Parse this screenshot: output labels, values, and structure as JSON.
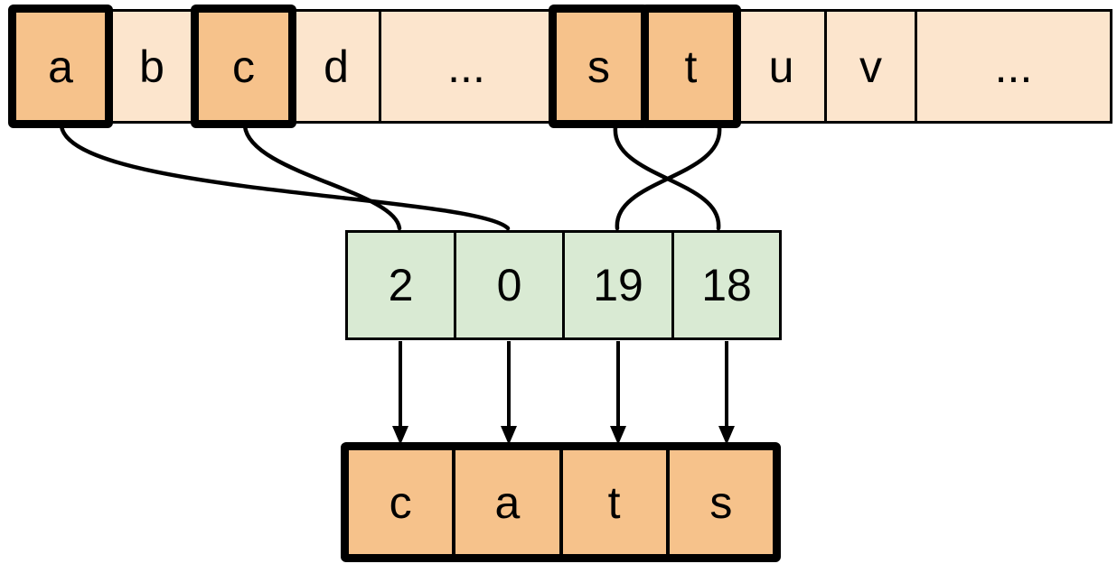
{
  "diagram_description": "Character-to-index lookup diagram: letters of the alphabet map to numeric indices which assemble the word cats",
  "alphabet_row": {
    "cells": [
      {
        "label": "a",
        "highlighted": true
      },
      {
        "label": "b",
        "highlighted": false
      },
      {
        "label": "c",
        "highlighted": true
      },
      {
        "label": "d",
        "highlighted": false
      },
      {
        "label": "...",
        "highlighted": false
      },
      {
        "label": "s",
        "highlighted": true
      },
      {
        "label": "t",
        "highlighted": true
      },
      {
        "label": "u",
        "highlighted": false
      },
      {
        "label": "v",
        "highlighted": false
      },
      {
        "label": "...",
        "highlighted": false
      }
    ]
  },
  "index_row": {
    "values": [
      "2",
      "0",
      "19",
      "18"
    ]
  },
  "word_row": {
    "letters": [
      "c",
      "a",
      "t",
      "s"
    ]
  },
  "connections": [
    {
      "from_letter": "a",
      "to_index": "0"
    },
    {
      "from_letter": "c",
      "to_index": "2"
    },
    {
      "from_letter": "s",
      "to_index": "18"
    },
    {
      "from_letter": "t",
      "to_index": "19"
    }
  ],
  "colors": {
    "cell_light": "#fce5cd",
    "cell_highlight": "#f6c28b",
    "index_fill": "#d9ead3",
    "stroke": "#000000",
    "background": "#ffffff"
  }
}
